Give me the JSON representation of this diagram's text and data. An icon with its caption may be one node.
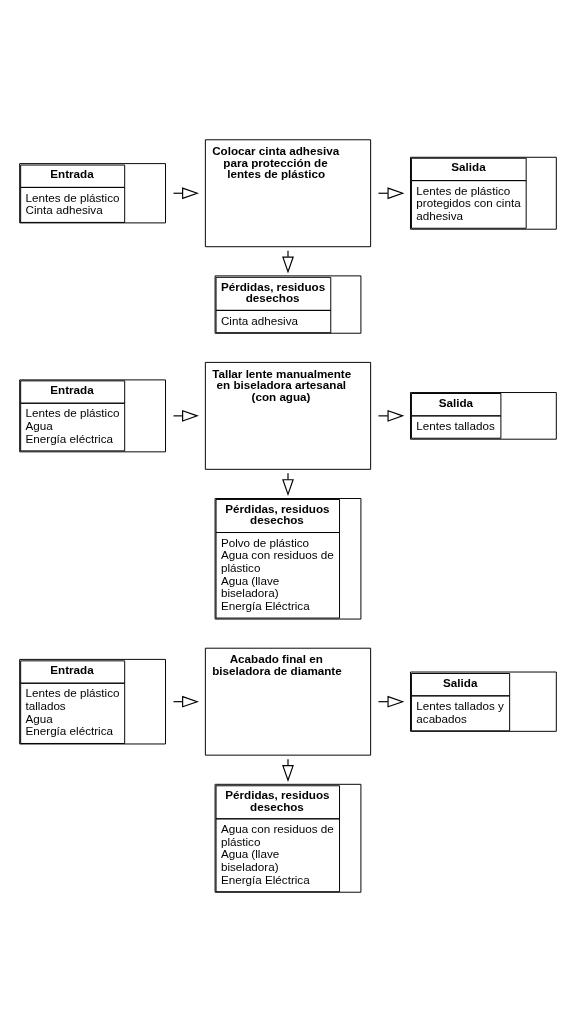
{
  "diagram": {
    "nodes": [
      {
        "text": [
          "Entrada",
          "Lentes de plástico",
          "Cinta adhesiva"
        ]
      },
      {
        "text": [
          "Colocar cinta adhesiva para protección de lentes de plástico"
        ]
      },
      {
        "text": [
          "Salida",
          "Lentes de plástico protegidos con cinta adhesiva"
        ]
      },
      {
        "text": [
          "Pérdidas, residuos desechos",
          "Cinta adhesiva"
        ]
      },
      {
        "text": [
          "Entrada",
          "Lentes de plástico",
          "Agua",
          "Energía eléctrica"
        ]
      },
      {
        "text": [
          "Tallar lente manualmente en biseladora artesanal (con agua)"
        ]
      },
      {
        "text": [
          "Salida",
          "Lentes tallados"
        ]
      },
      {
        "text": [
          "Pérdidas, residuos desechos",
          "Polvo de plástico",
          "Agua con residuos de plástico",
          "Agua (llave biseladora)",
          "Energía Eléctrica"
        ]
      },
      {
        "text": [
          "Entrada",
          "Lentes de plástico tallados",
          "Agua",
          "Energía eléctrica"
        ]
      },
      {
        "text": [
          "Acabado final en biseladora de diamante"
        ]
      },
      {
        "text": [
          "Salida",
          "Lentes tallados y acabados"
        ]
      },
      {
        "text": [
          "Pérdidas, residuos desechos",
          "Agua con residuos de plástico",
          "Agua (llave biseladora)",
          "Energía Eléctrica"
        ]
      }
    ],
    "edges": [
      {
        "from": 0,
        "to": 1,
        "arrow": "to"
      },
      {
        "from": 1,
        "to": 2,
        "arrow": "to"
      },
      {
        "from": 1,
        "to": 3,
        "arrow": "to"
      },
      {
        "from": 4,
        "to": 5,
        "arrow": "to"
      },
      {
        "from": 5,
        "to": 6,
        "arrow": "to"
      },
      {
        "from": 5,
        "to": 7,
        "arrow": "to"
      },
      {
        "from": 8,
        "to": 9,
        "arrow": "to"
      },
      {
        "from": 9,
        "to": 10,
        "arrow": "to"
      },
      {
        "from": 9,
        "to": 11,
        "arrow": "to"
      }
    ]
  }
}
